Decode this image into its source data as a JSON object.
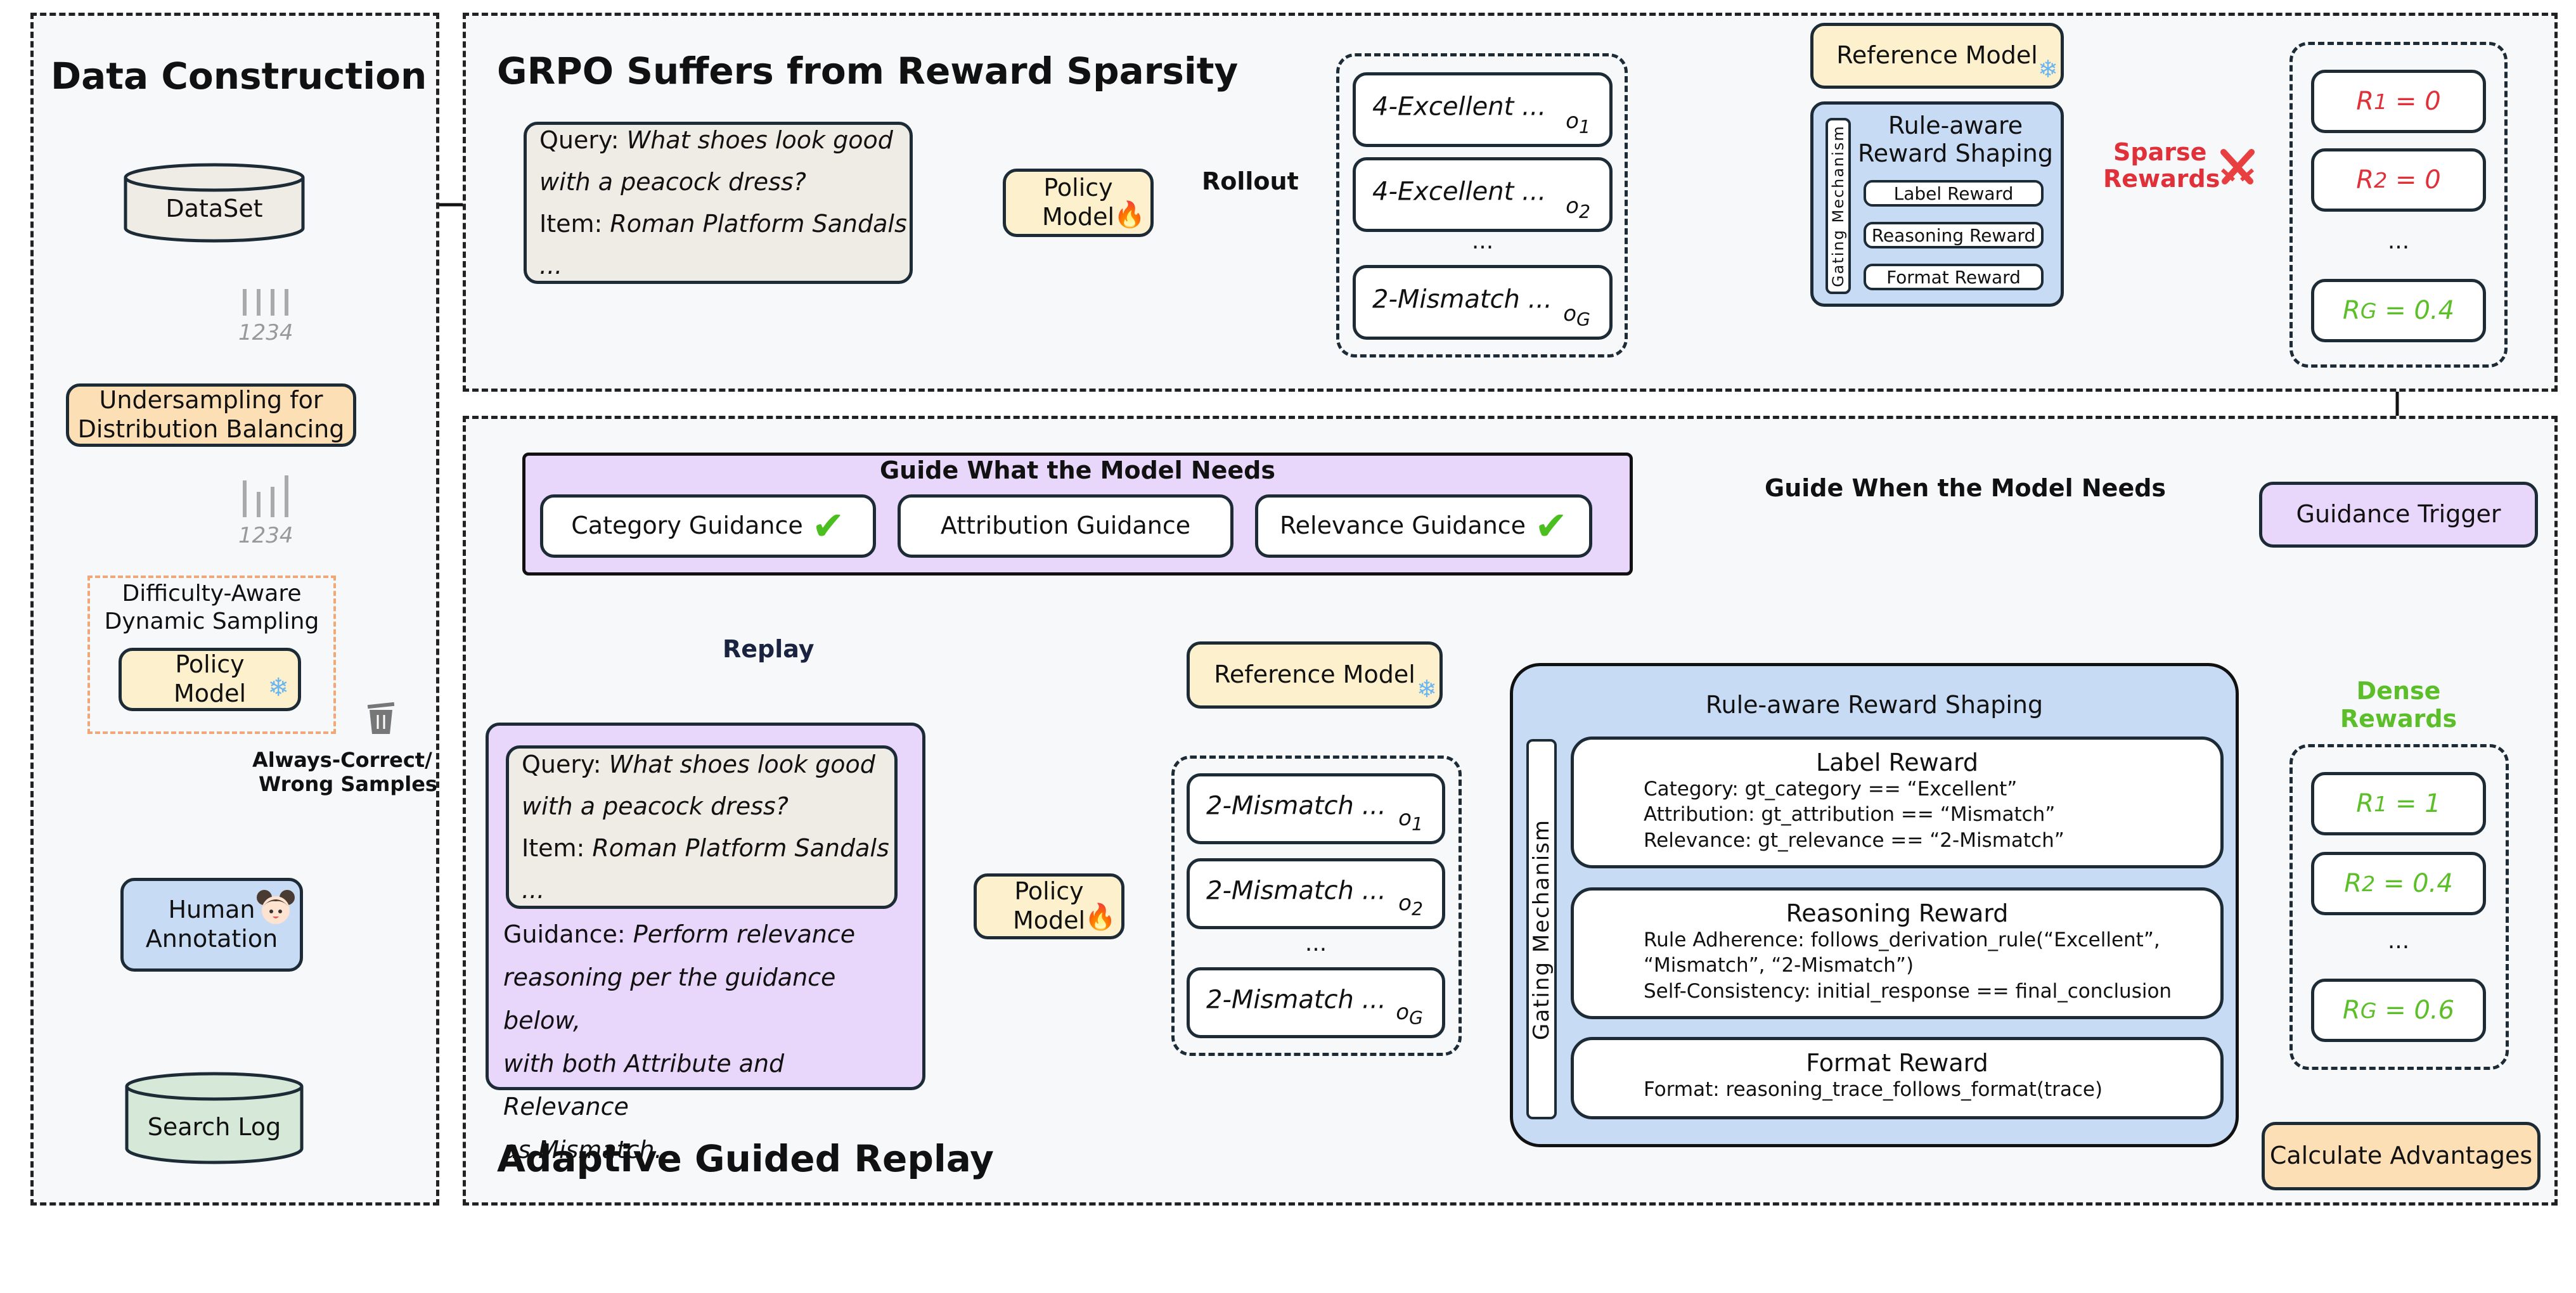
{
  "panels": {
    "data_construction": {
      "title": "Data Construction",
      "dataset_label": "DataSet",
      "undersampling_label_line1": "Undersampling for",
      "undersampling_label_line2": "Distribution Balancing",
      "histogram_caption_top": "1234",
      "histogram_caption_bottom": "1234",
      "dynamic_sampling_line1": "Difficulty-Aware",
      "dynamic_sampling_line2": "Dynamic Sampling",
      "policy_model_line1": "Policy",
      "policy_model_line2": "Model",
      "discard_label_line1": "Always-Correct/",
      "discard_label_line2": "Wrong Samples",
      "human_annotation_line1": "Human",
      "human_annotation_line2": "Annotation",
      "search_log_label": "Search Log"
    },
    "grpo": {
      "title": "GRPO Suffers from Reward Sparsity",
      "query_prefix": "Query:",
      "query_text_line1": "What shoes look good",
      "query_text_line2": "with a peacock dress?",
      "item_prefix": "Item:",
      "item_text": "Roman Platform Sandals ...",
      "policy_model_line1": "Policy",
      "policy_model_line2": "Model",
      "rollout_label": "Rollout",
      "outputs": [
        {
          "text": "4-Excellent ...",
          "sub": "o",
          "idx": "1"
        },
        {
          "text": "4-Excellent ...",
          "sub": "o",
          "idx": "2"
        },
        {
          "text": "2-Mismatch ...",
          "sub": "o",
          "idx": "G"
        }
      ],
      "ellipsis": "...",
      "reference_model_label": "Reference Model",
      "reward_shaping_title_line1": "Rule-aware",
      "reward_shaping_title_line2": "Reward Shaping",
      "gating_label": "Gating Mechanism",
      "reward_items": [
        "Label Reward",
        "Reasoning Reward",
        "Format Reward"
      ],
      "sparse_label_line1": "Sparse",
      "sparse_label_line2": "Rewards",
      "rewards": [
        {
          "name": "R",
          "idx": "1",
          "value": "= 0",
          "status": "bad"
        },
        {
          "name": "R",
          "idx": "2",
          "value": "= 0",
          "status": "bad"
        },
        {
          "name": "R",
          "idx": "G",
          "value": "= 0.4",
          "status": "good"
        }
      ]
    },
    "replay": {
      "title": "Adaptive Guided Replay",
      "guide_what_title": "Guide What the Model Needs",
      "guidance_options": [
        {
          "label": "Category Guidance",
          "checked": true
        },
        {
          "label": "Attribution Guidance",
          "checked": false
        },
        {
          "label": "Relevance Guidance",
          "checked": true
        }
      ],
      "guide_when_label": "Guide When the Model Needs",
      "guidance_trigger_label": "Guidance Trigger",
      "replay_label": "Replay",
      "query_prefix": "Query:",
      "query_text_line1": "What shoes look good",
      "query_text_line2": "with a peacock dress?",
      "item_prefix": "Item:",
      "item_text": "Roman Platform Sandals ...",
      "guidance_prefix": "Guidance:",
      "guidance_line1": "Perform relevance",
      "guidance_line2": "reasoning per the guidance below,",
      "guidance_line3": "with both Attribute and Relevance",
      "guidance_line4": "as Mismatch.",
      "policy_model_line1": "Policy",
      "policy_model_line2": "Model",
      "reference_model_label": "Reference Model",
      "outputs": [
        {
          "text": "2-Mismatch ...",
          "sub": "o",
          "idx": "1"
        },
        {
          "text": "2-Mismatch ...",
          "sub": "o",
          "idx": "2"
        },
        {
          "text": "2-Mismatch ...",
          "sub": "o",
          "idx": "G"
        }
      ],
      "ellipsis": "...",
      "reward_shaping_title": "Rule-aware Reward Shaping",
      "gating_label": "Gating Mechanism",
      "label_reward": {
        "title": "Label Reward",
        "lines": [
          "Category: gt_category == “Excellent”",
          "Attribution: gt_attribution == “Mismatch”",
          "Relevance: gt_relevance == “2-Mismatch”"
        ]
      },
      "reasoning_reward": {
        "title": "Reasoning Reward",
        "lines": [
          "Rule Adherence: follows_derivation_rule(“Excellent”,",
          "“Mismatch”, “2-Mismatch”)",
          "Self-Consistency: initial_response == final_conclusion"
        ]
      },
      "format_reward": {
        "title": "Format Reward",
        "lines": [
          "Format: reasoning_trace_follows_format(trace)"
        ]
      },
      "dense_label_line1": "Dense",
      "dense_label_line2": "Rewards",
      "rewards": [
        {
          "name": "R",
          "idx": "1",
          "value": "= 1"
        },
        {
          "name": "R",
          "idx": "2",
          "value": "= 0.4"
        },
        {
          "name": "R",
          "idx": "G",
          "value": "= 0.6"
        }
      ],
      "calculate_advantages_label": "Calculate Advantages"
    }
  },
  "colors": {
    "sparse_red": "#e0303a",
    "dense_green": "#5cbf2a",
    "panel_bg": "#f6f8fa",
    "reward_shaping_blue": "#c7dbf5",
    "guidance_purple": "#e9d7fb",
    "model_yellow": "#fdf0cc",
    "process_orange": "#fddfb6"
  },
  "icons": {
    "trainable": "fire-icon",
    "frozen": "snowflake-icon",
    "discard": "trash-icon",
    "sparse": "crossed-swords-icon",
    "check": "checkmark-icon",
    "annotator": "person-avatar-icon"
  }
}
